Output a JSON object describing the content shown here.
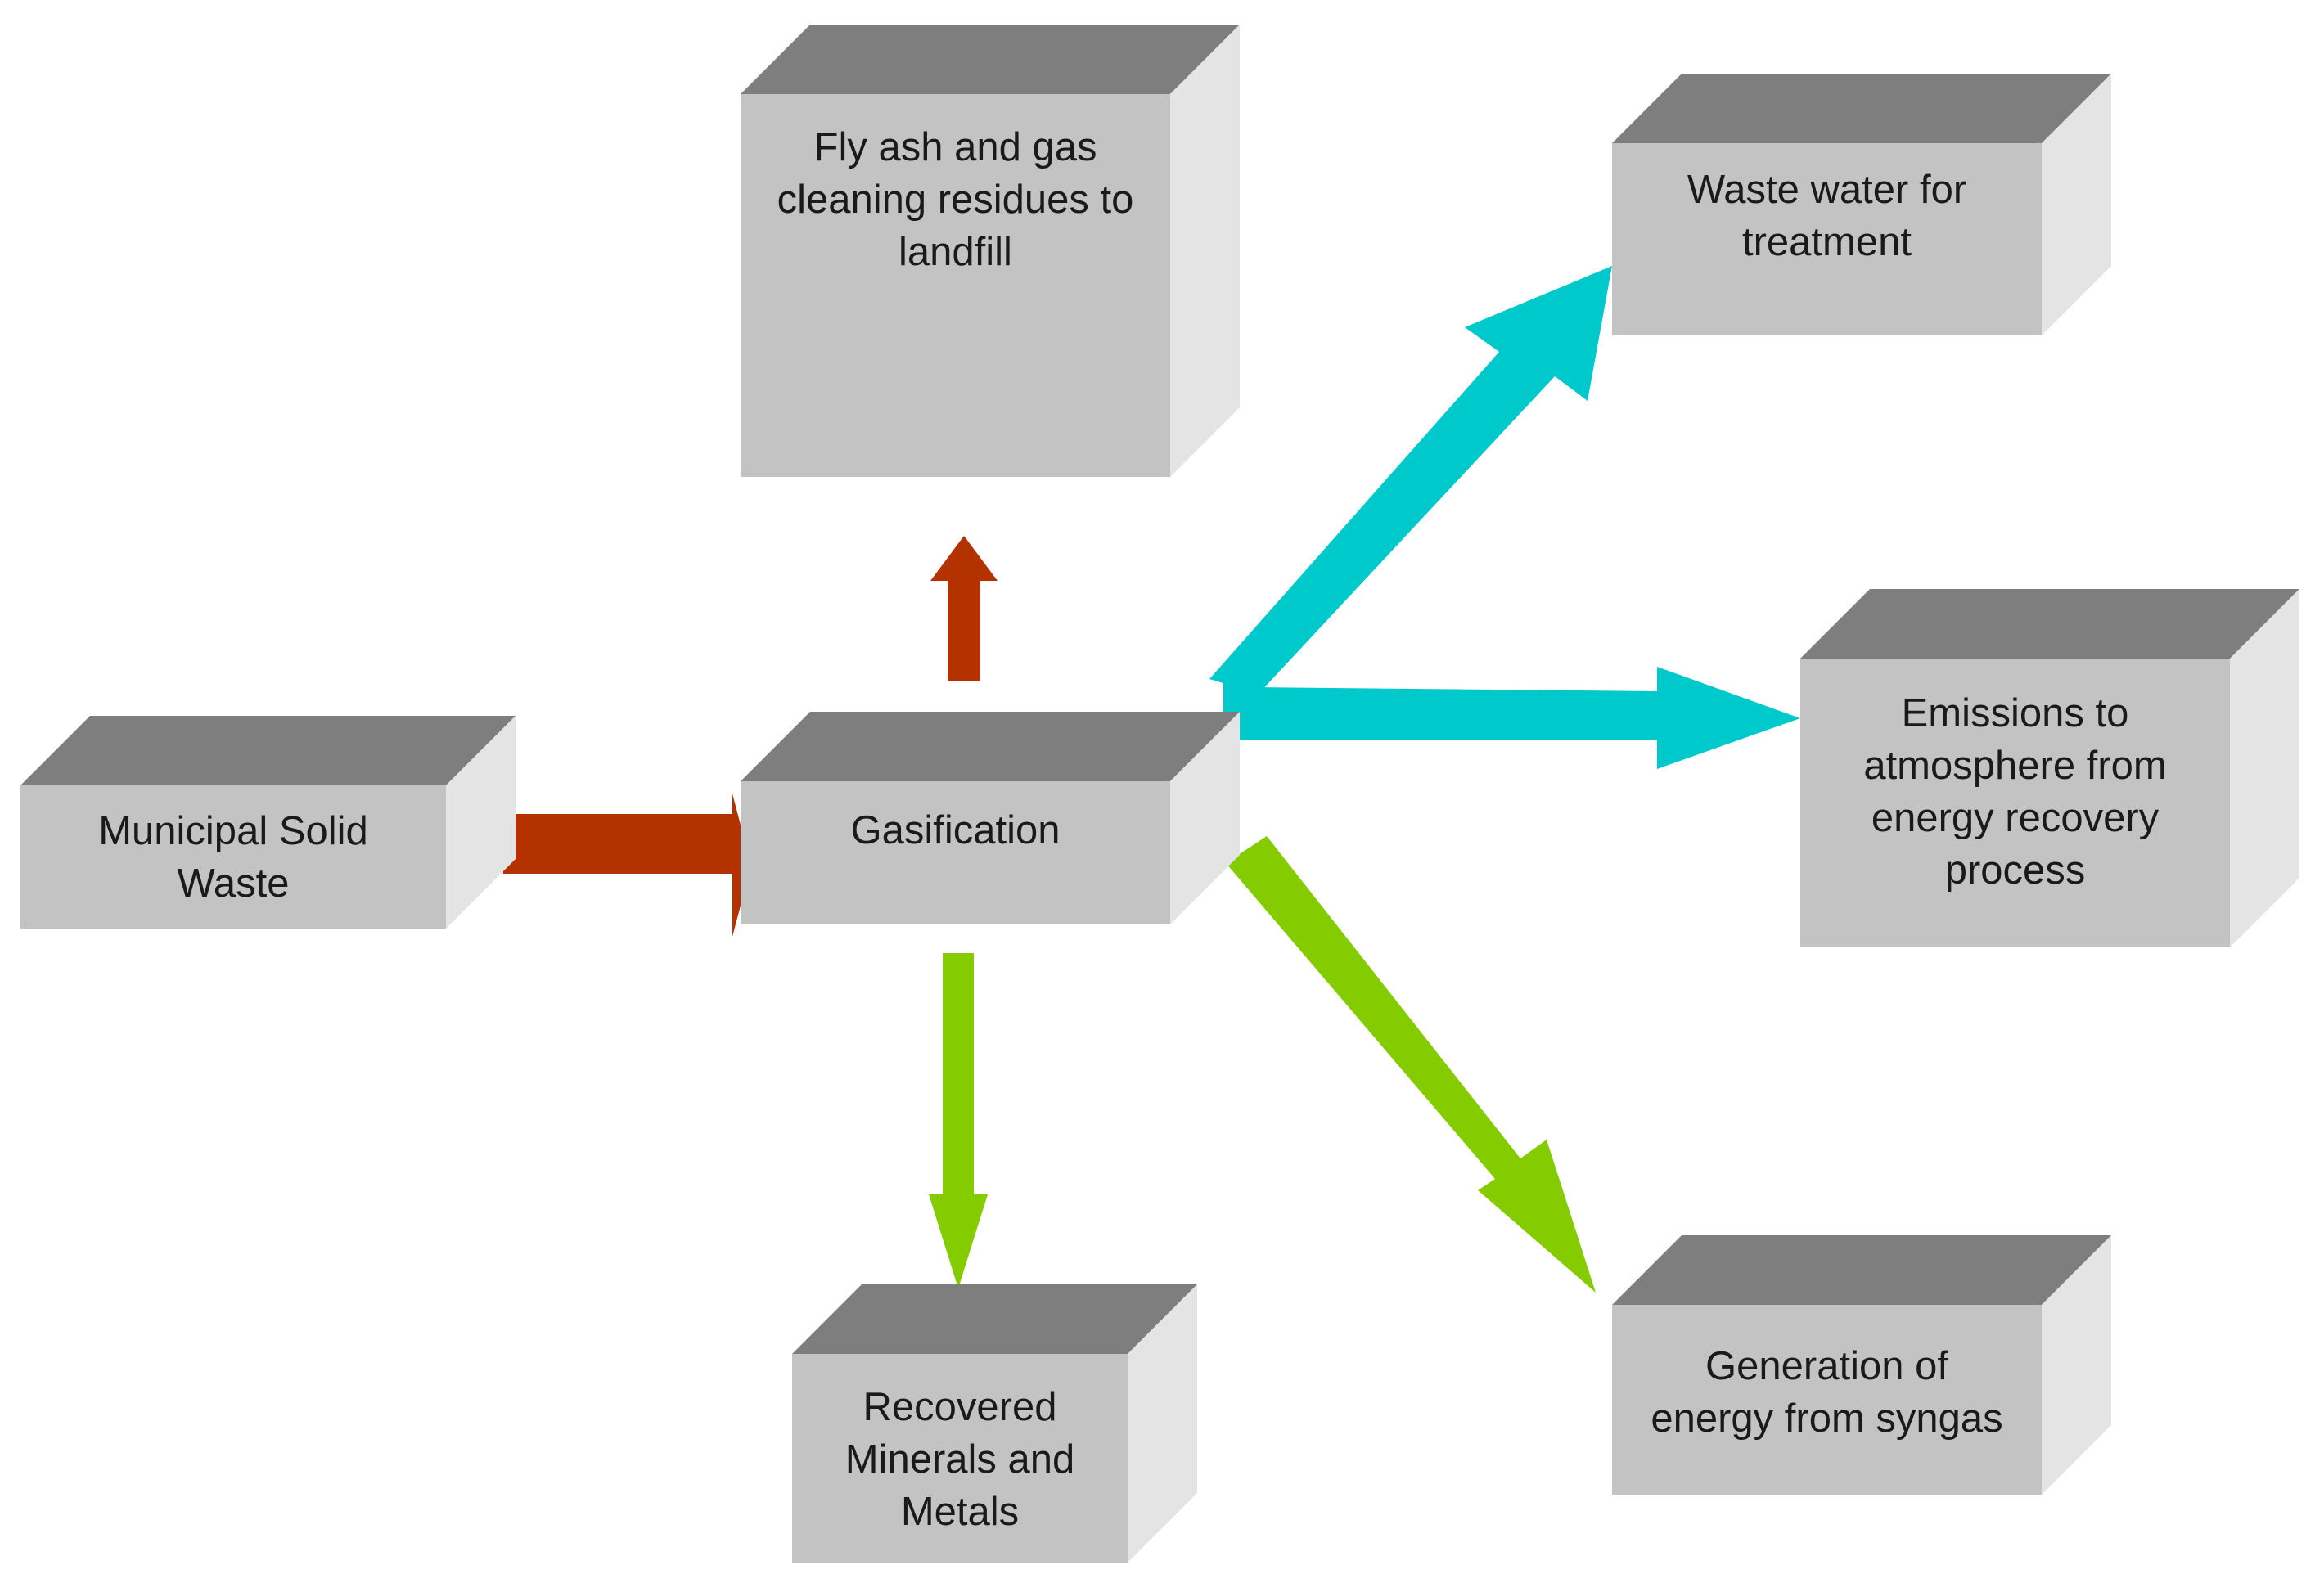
{
  "colors": {
    "box_front": "#c3c3c3",
    "box_top": "#7e7e7e",
    "box_side": "#e4e4e4",
    "arrow_input": "#b33200",
    "arrow_residue": "#b33200",
    "arrow_emission": "#00c9cb",
    "arrow_product": "#84cc00",
    "text": "#1a1a1a"
  },
  "nodes": {
    "msw": {
      "label": "Municipal Solid\nWaste"
    },
    "gasification": {
      "label": "Gasification"
    },
    "fly_ash": {
      "label": "Fly ash and gas\ncleaning residues to\nlandfill"
    },
    "waste_water": {
      "label": "Waste  water for\ntreatment"
    },
    "emissions": {
      "label": "Emissions to\natmosphere from\nenergy recovery\nprocess"
    },
    "minerals": {
      "label": "Recovered\nMinerals and\nMetals"
    },
    "energy": {
      "label": "Generation of\nenergy from syngas"
    }
  },
  "edges": [
    {
      "from": "msw",
      "to": "gasification",
      "kind": "input"
    },
    {
      "from": "gasification",
      "to": "fly_ash",
      "kind": "residue"
    },
    {
      "from": "gasification",
      "to": "waste_water",
      "kind": "emission"
    },
    {
      "from": "gasification",
      "to": "emissions",
      "kind": "emission"
    },
    {
      "from": "gasification",
      "to": "minerals",
      "kind": "product"
    },
    {
      "from": "gasification",
      "to": "energy",
      "kind": "product"
    }
  ]
}
